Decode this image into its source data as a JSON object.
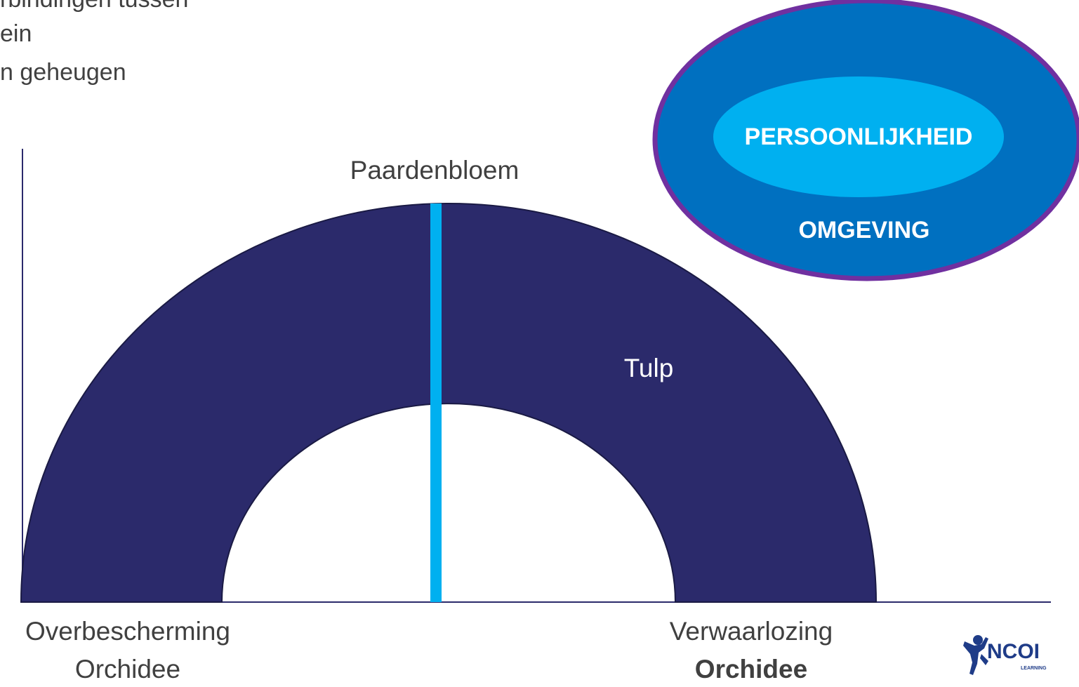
{
  "bullets": [
    "rbindingen tussen",
    "ein",
    "n geheugen"
  ],
  "diagram": {
    "top_label": "Paardenbloem",
    "inner_label": "Tulp",
    "left_label_1": "Overbescherming",
    "left_label_2": "Orchidee",
    "right_label_1": "Verwaarlozing",
    "right_label_2": "Orchidee"
  },
  "ellipse": {
    "inner_label": "PERSOONLIJKHEID",
    "outer_label": "OMGEVING"
  },
  "logo": {
    "text": "NCOI",
    "subtext": "LEARNING"
  },
  "colors": {
    "arch": "#2b2a6b",
    "divider": "#00b0f0",
    "ellipse_outer": "#0070c0",
    "ellipse_border": "#7030a0",
    "ellipse_inner": "#00b0f0",
    "logo_blue": "#1f3c88"
  }
}
